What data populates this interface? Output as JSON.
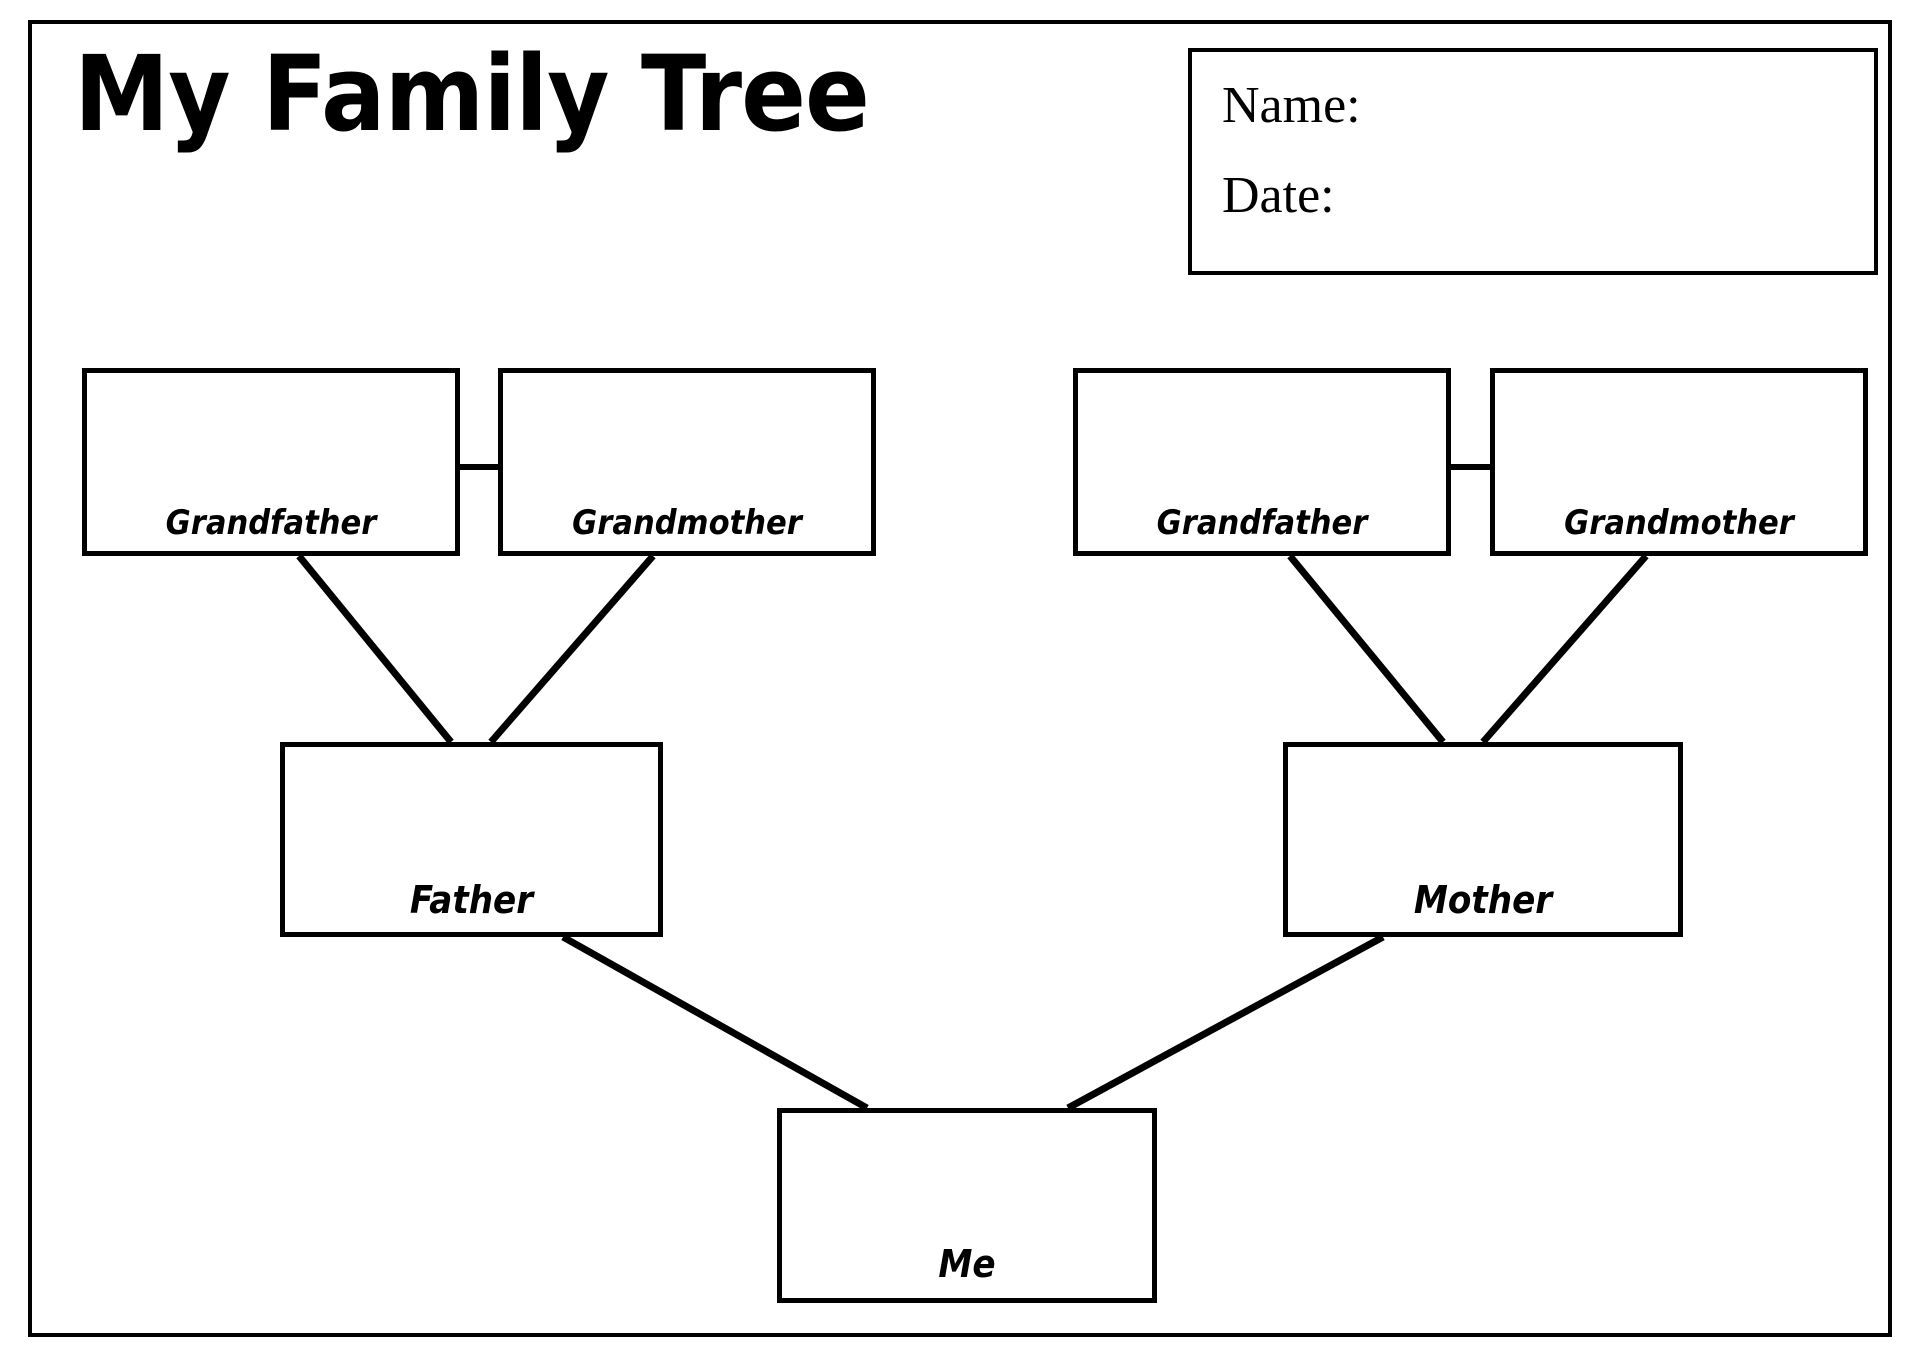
{
  "page": {
    "title": "My Family Tree",
    "background_color": "#ffffff",
    "line_color": "#000000"
  },
  "header": {
    "title": "My Family Tree",
    "info_box": {
      "name_label": "Name:",
      "date_label": "Date:"
    }
  },
  "tree": {
    "generations": [
      {
        "level": "grandparents",
        "nodes": [
          {
            "id": "paternal-grandfather",
            "label": "Grandfather",
            "side": "paternal"
          },
          {
            "id": "paternal-grandmother",
            "label": "Grandmother",
            "side": "paternal"
          },
          {
            "id": "maternal-grandfather",
            "label": "Grandfather",
            "side": "maternal"
          },
          {
            "id": "maternal-grandmother",
            "label": "Grandmother",
            "side": "maternal"
          }
        ]
      },
      {
        "level": "parents",
        "nodes": [
          {
            "id": "father",
            "label": "Father",
            "side": "paternal"
          },
          {
            "id": "mother",
            "label": "Mother",
            "side": "maternal"
          }
        ]
      },
      {
        "level": "self",
        "nodes": [
          {
            "id": "me",
            "label": "Me",
            "side": "center"
          }
        ]
      }
    ]
  }
}
